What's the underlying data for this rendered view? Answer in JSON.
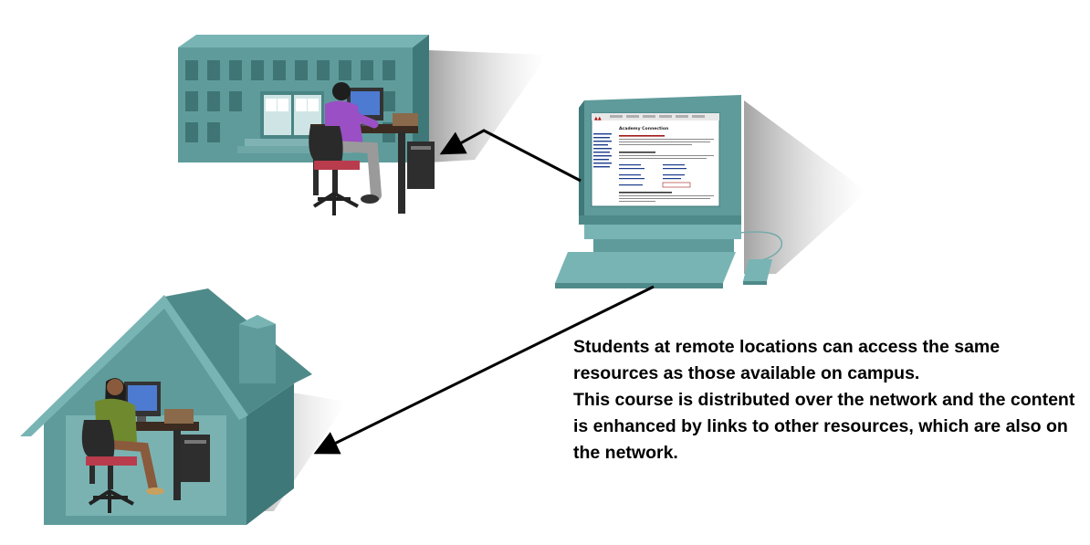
{
  "caption": {
    "line1": "Students at remote locations can access the same resources as those available on campus.",
    "line2": "This course is distributed over the network and the content is enhanced by links to other resources, which are also on the network."
  },
  "website": {
    "page_title": "Academy Connection"
  },
  "colors": {
    "building_front": "#5f9b9b",
    "building_top": "#79b4b4",
    "building_side": "#3f7878",
    "window": "#3f7575",
    "shadow": "#b4b4b4",
    "arrow": "#000000",
    "screen_bg": "#ffffff",
    "link_blue": "#1a3c8c",
    "heading_red": "#a01818"
  },
  "icons": {
    "campus": "campus-building-icon",
    "home": "house-icon",
    "server": "desktop-computer-icon",
    "person": "student-at-desk-icon"
  }
}
